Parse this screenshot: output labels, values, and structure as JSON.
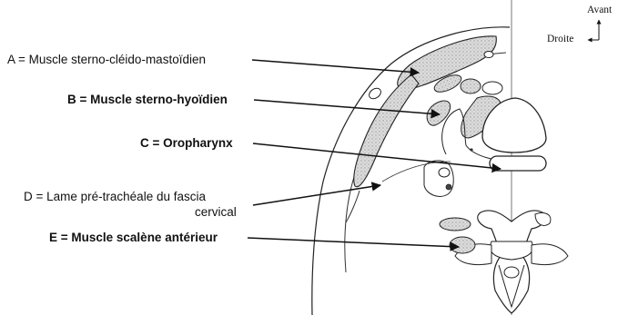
{
  "orientation": {
    "avant": "Avant",
    "droite": "Droite"
  },
  "labels": [
    {
      "letter": "A",
      "text": "A = Muscle sterno-cléido-mastoïdien"
    },
    {
      "letter": "B",
      "text": "B = Muscle sterno-hyoïdien"
    },
    {
      "letter": "C",
      "text": "C = Oropharynx"
    },
    {
      "letter": "D",
      "line1": "D = Lame pré-trachéale du fascia",
      "line2": "cervical"
    },
    {
      "letter": "E",
      "text": "E = Muscle scalène antérieur"
    }
  ],
  "colors": {
    "ink": "#111111",
    "stipple": "#cfcfcf",
    "background": "#ffffff"
  }
}
